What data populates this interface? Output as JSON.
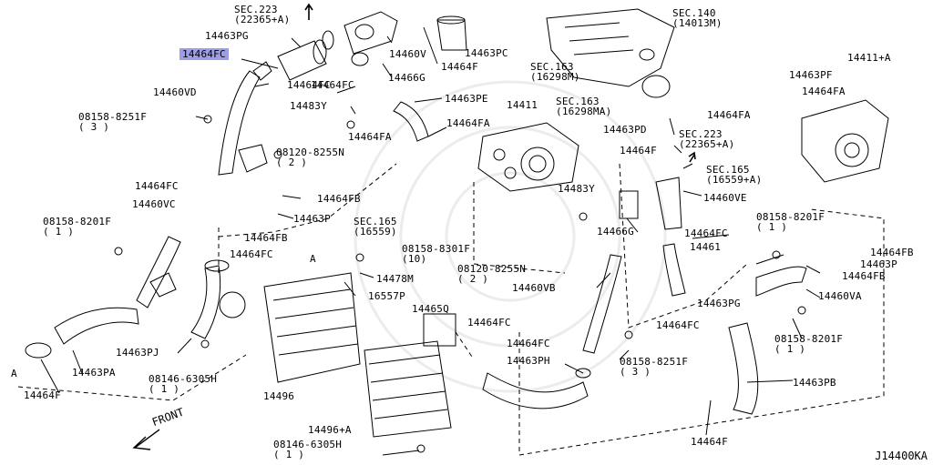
{
  "diagram_id": "J14400KA",
  "front_label": "FRONT",
  "highlight_color": "#9e9ee6",
  "labels": [
    {
      "id": "sec223-top",
      "text": "SEC.223\n(22365+A)"
    },
    {
      "id": "p14463pg",
      "text": "14463PG"
    },
    {
      "id": "p14464fc-hl",
      "text": "14464FC",
      "highlight": true
    },
    {
      "id": "p14460vd",
      "text": "14460VD"
    },
    {
      "id": "b08158-8251f-a",
      "text": "08158-8251F\n( 3 )"
    },
    {
      "id": "p14464fc-a",
      "text": "14464FC"
    },
    {
      "id": "p14460v",
      "text": "14460V"
    },
    {
      "id": "p14464f-a",
      "text": "14464F"
    },
    {
      "id": "p14466g-a",
      "text": "14466G"
    },
    {
      "id": "p14464fc-b",
      "text": "14464FC"
    },
    {
      "id": "p14483y-a",
      "text": "14483Y"
    },
    {
      "id": "p14463pe",
      "text": "14463PE"
    },
    {
      "id": "p14464fa-a",
      "text": "14464FA"
    },
    {
      "id": "p14464fa-b",
      "text": "14464FA"
    },
    {
      "id": "b08120-8255n-a",
      "text": "08120-8255N\n( 2 )"
    },
    {
      "id": "p14463pc",
      "text": "14463PC"
    },
    {
      "id": "sec163-a",
      "text": "SEC.163\n(16298M)"
    },
    {
      "id": "sec140",
      "text": "SEC.140\n(14013M)"
    },
    {
      "id": "p14411",
      "text": "14411"
    },
    {
      "id": "sec163-b",
      "text": "SEC.163\n(16298MA)"
    },
    {
      "id": "p14463pd",
      "text": "14463PD"
    },
    {
      "id": "sec223-b",
      "text": "SEC.223\n(22365+A)"
    },
    {
      "id": "p14464f-b",
      "text": "14464F"
    },
    {
      "id": "p14411a",
      "text": "14411+A"
    },
    {
      "id": "p14463pf",
      "text": "14463PF"
    },
    {
      "id": "p14464fa-c",
      "text": "14464FA"
    },
    {
      "id": "p14464fa-d",
      "text": "14464FA"
    },
    {
      "id": "sec165-a",
      "text": "SEC.165\n(16559+A)"
    },
    {
      "id": "p14464fc-c",
      "text": "14464FC"
    },
    {
      "id": "p14464fb-a",
      "text": "14464FB"
    },
    {
      "id": "p14460vc",
      "text": "14460VC"
    },
    {
      "id": "p14463p-a",
      "text": "14463P"
    },
    {
      "id": "p14464fb-b",
      "text": "14464FB"
    },
    {
      "id": "b08158-8201f-a",
      "text": "08158-8201F\n( 1 )"
    },
    {
      "id": "sec165-b",
      "text": "SEC.165\n(16559)"
    },
    {
      "id": "p14483y-b",
      "text": "14483Y"
    },
    {
      "id": "p14460ve",
      "text": "14460VE"
    },
    {
      "id": "p14466g-b",
      "text": "14466G"
    },
    {
      "id": "b08158-8301f",
      "text": "08158-8301F\n(10)"
    },
    {
      "id": "p14464fc-d",
      "text": "14464FC"
    },
    {
      "id": "ref-a-1",
      "text": "A"
    },
    {
      "id": "p14478m",
      "text": "14478M"
    },
    {
      "id": "b08120-8255n-b",
      "text": "08120-8255N\n( 2 )"
    },
    {
      "id": "p16557p",
      "text": "16557P"
    },
    {
      "id": "b08158-8201f-b",
      "text": "08158-8201F\n( 1 )"
    },
    {
      "id": "p14464fc-e",
      "text": "14464FC"
    },
    {
      "id": "p14461",
      "text": "14461"
    },
    {
      "id": "p14464fb-c",
      "text": "14464FB"
    },
    {
      "id": "p14463p-b",
      "text": "14463P"
    },
    {
      "id": "p14464fb-d",
      "text": "14464FB"
    },
    {
      "id": "p14460vb",
      "text": "14460VB"
    },
    {
      "id": "p14460va",
      "text": "14460VA"
    },
    {
      "id": "p14465q",
      "text": "14465Q"
    },
    {
      "id": "p14463pg-b",
      "text": "14463PG"
    },
    {
      "id": "p14464fc-f",
      "text": "14464FC"
    },
    {
      "id": "p14463pj",
      "text": "14463PJ"
    },
    {
      "id": "b08146-6305h-a",
      "text": "08146-6305H\n( 1 )"
    },
    {
      "id": "p14463pa",
      "text": "14463PA"
    },
    {
      "id": "ref-a-2",
      "text": "A"
    },
    {
      "id": "p14464f-c",
      "text": "14464F"
    },
    {
      "id": "p14464fc-g",
      "text": "14464FC"
    },
    {
      "id": "p14464fc-h",
      "text": "14464FC"
    },
    {
      "id": "p14463ph",
      "text": "14463PH"
    },
    {
      "id": "b08158-8251f-b",
      "text": "08158-8251F\n( 3 )"
    },
    {
      "id": "b08158-8201f-c",
      "text": "08158-8201F\n( 1 )"
    },
    {
      "id": "p14463pb",
      "text": "14463PB"
    },
    {
      "id": "p14496",
      "text": "14496"
    },
    {
      "id": "p14496a",
      "text": "14496+A"
    },
    {
      "id": "b08146-6305h-b",
      "text": "08146-6305H\n( 1 )"
    },
    {
      "id": "p14464f-d",
      "text": "14464F"
    }
  ]
}
